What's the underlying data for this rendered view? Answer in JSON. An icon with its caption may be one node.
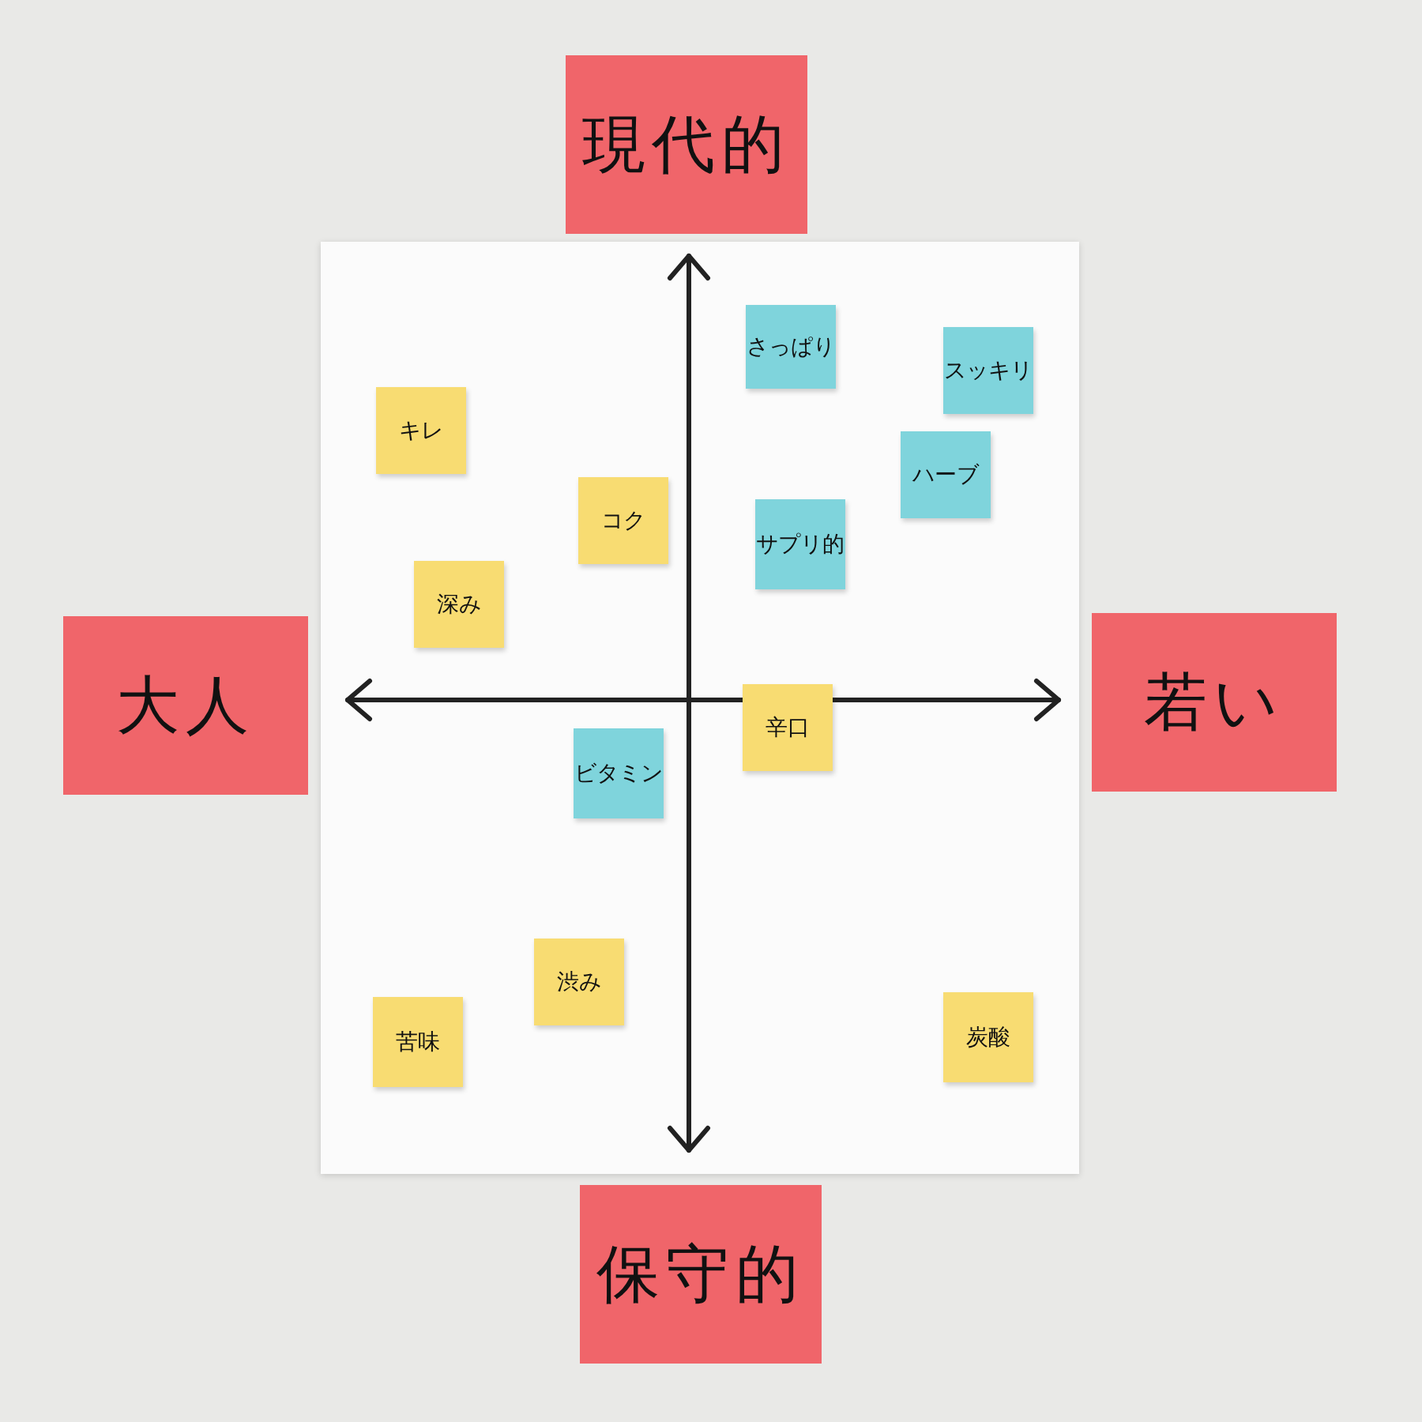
{
  "diagram": {
    "nodes": [
      {
        "text": [
          "現代的"
        ]
      },
      {
        "text": [
          "さっぱり"
        ]
      },
      {
        "text": [
          "スッキリ"
        ]
      },
      {
        "text": [
          "キレ"
        ]
      },
      {
        "text": [
          "ハーブ"
        ]
      },
      {
        "text": [
          "コク"
        ]
      },
      {
        "text": [
          "サプリ的"
        ]
      },
      {
        "text": [
          "深み"
        ]
      },
      {
        "text": [
          "大人"
        ]
      },
      {
        "text": [
          "若い"
        ]
      },
      {
        "text": [
          "辛口"
        ]
      },
      {
        "text": [
          "ビタミン"
        ]
      },
      {
        "text": [
          "渋み"
        ]
      },
      {
        "text": [
          "苦味"
        ]
      },
      {
        "text": [
          "炭酸"
        ]
      },
      {
        "text": [
          "保守的"
        ]
      }
    ]
  }
}
